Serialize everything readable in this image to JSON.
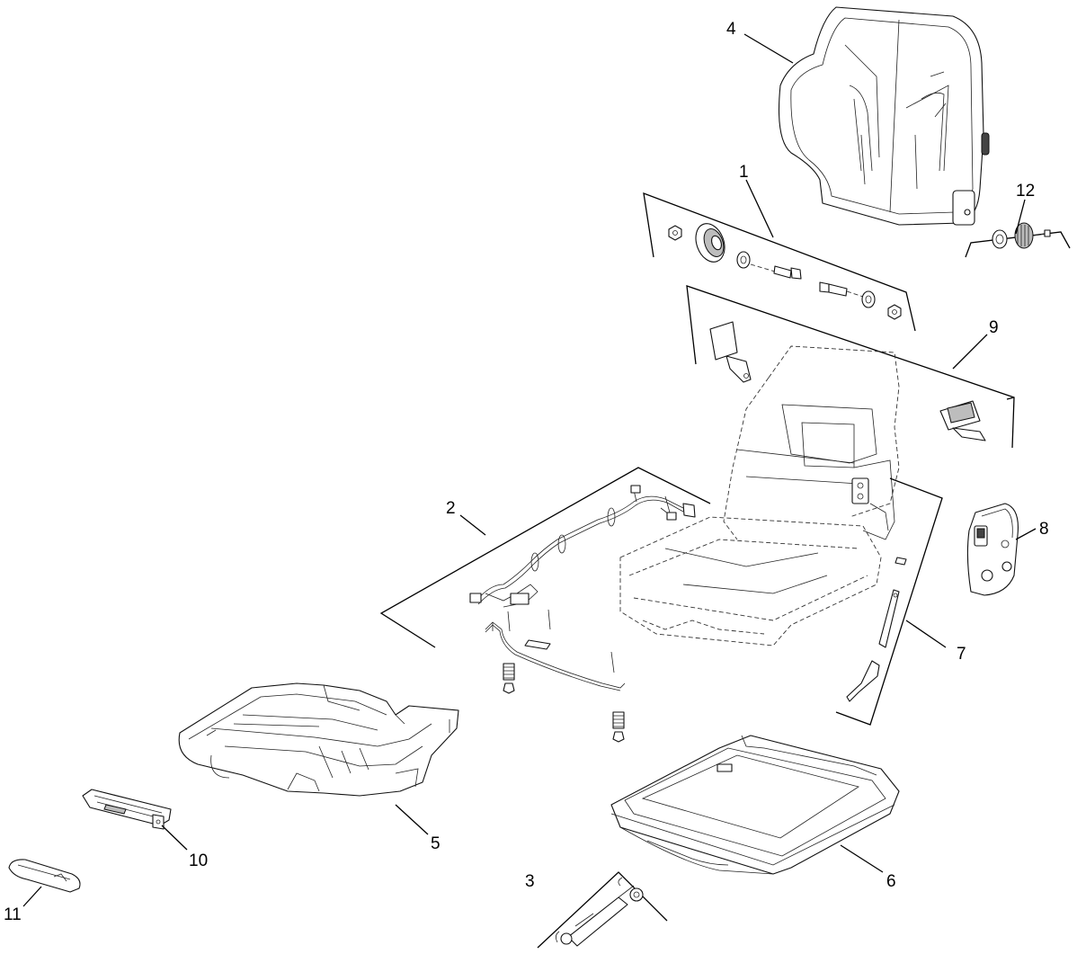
{
  "callouts": {
    "c1": "1",
    "c2": "2",
    "c3": "3",
    "c4": "4",
    "c5": "5",
    "c6": "6",
    "c7": "7",
    "c8": "8",
    "c9": "9",
    "c10": "10",
    "c11": "11",
    "c12": "12"
  },
  "colors": {
    "line": "#000000",
    "background": "#ffffff",
    "shade": "#bdbdbd"
  }
}
